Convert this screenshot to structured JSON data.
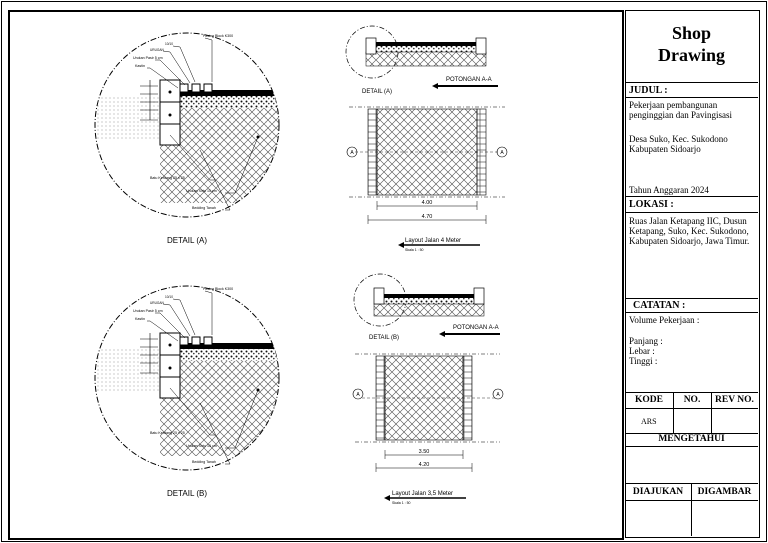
{
  "title_block": {
    "title_line1": "Shop",
    "title_line2": "Drawing",
    "judul_label": "JUDUL :",
    "judul_text": "Pekerjaan pembangunan penginggian dan Pavingisasi",
    "location_text": "Desa Suko, Kec. Sukodono Kabupaten Sidoarjo",
    "year_text": "Tahun Anggaran 2024",
    "lokasi_label": "LOKASI :",
    "lokasi_text": "Ruas Jalan Ketapang IIC, Dusun Ketapang, Suko, Kec. Sukodono, Kabupaten Sidoarjo, Jawa Timur.",
    "catatan_label": "CATATAN :",
    "volume_label": "Volume Pekerjaan :",
    "panjang": "Panjang   :",
    "lebar": "Lebar      :",
    "tinggi": "Tinggi      :",
    "kode_label": "KODE",
    "no_label": "NO.",
    "rev_label": "REV NO.",
    "kode_value": "ARS",
    "mengetahui": "MENGETAHUI",
    "diajukan": "DIAJUKAN",
    "digambar": "DIGAMBAR"
  },
  "detail_a": {
    "title": "DETAIL (A)",
    "label_paving": "Paving Block  K300",
    "label_small1": "10/10",
    "label_small2": "URUGAN",
    "label_urukan_pasir": "Urukan Pasir 5 cm",
    "label_kastin": "Kastin",
    "label_batu": "Batu Kerdang 25 x 25",
    "label_sirtu": "Urukan Sirtu 15 cm",
    "label_tanah": "Bedding Tanah"
  },
  "detail_b": {
    "title": "DETAIL (B)",
    "label_paving": "Paving Block  K300",
    "label_small1": "10/10",
    "label_small2": "URUGAN",
    "label_urukan_pasir": "Urukan Pasir 5 cm",
    "label_kastin": "Kastin",
    "label_batu": "Batu Kerdang 25 x 25",
    "label_sirtu": "Urukan Sirtu 15 cm",
    "label_tanah": "Bedding Tanah"
  },
  "section_a": {
    "detail_ref": "DETAIL (A)",
    "potongan": "POTONGAN A-A",
    "dim_inner": "4.00",
    "dim_outer": "4.70",
    "layout_title": "Layout Jalan 4 Meter",
    "scale": "Skala 1 : 50",
    "cut_mark": "A"
  },
  "section_b": {
    "detail_ref": "DETAIL (B)",
    "potongan": "POTONGAN A-A",
    "dim_inner": "3.50",
    "dim_outer": "4.20",
    "layout_title": "Layout Jalan 3,5 Meter",
    "scale": "Skala 1 : 50",
    "cut_mark": "A"
  }
}
